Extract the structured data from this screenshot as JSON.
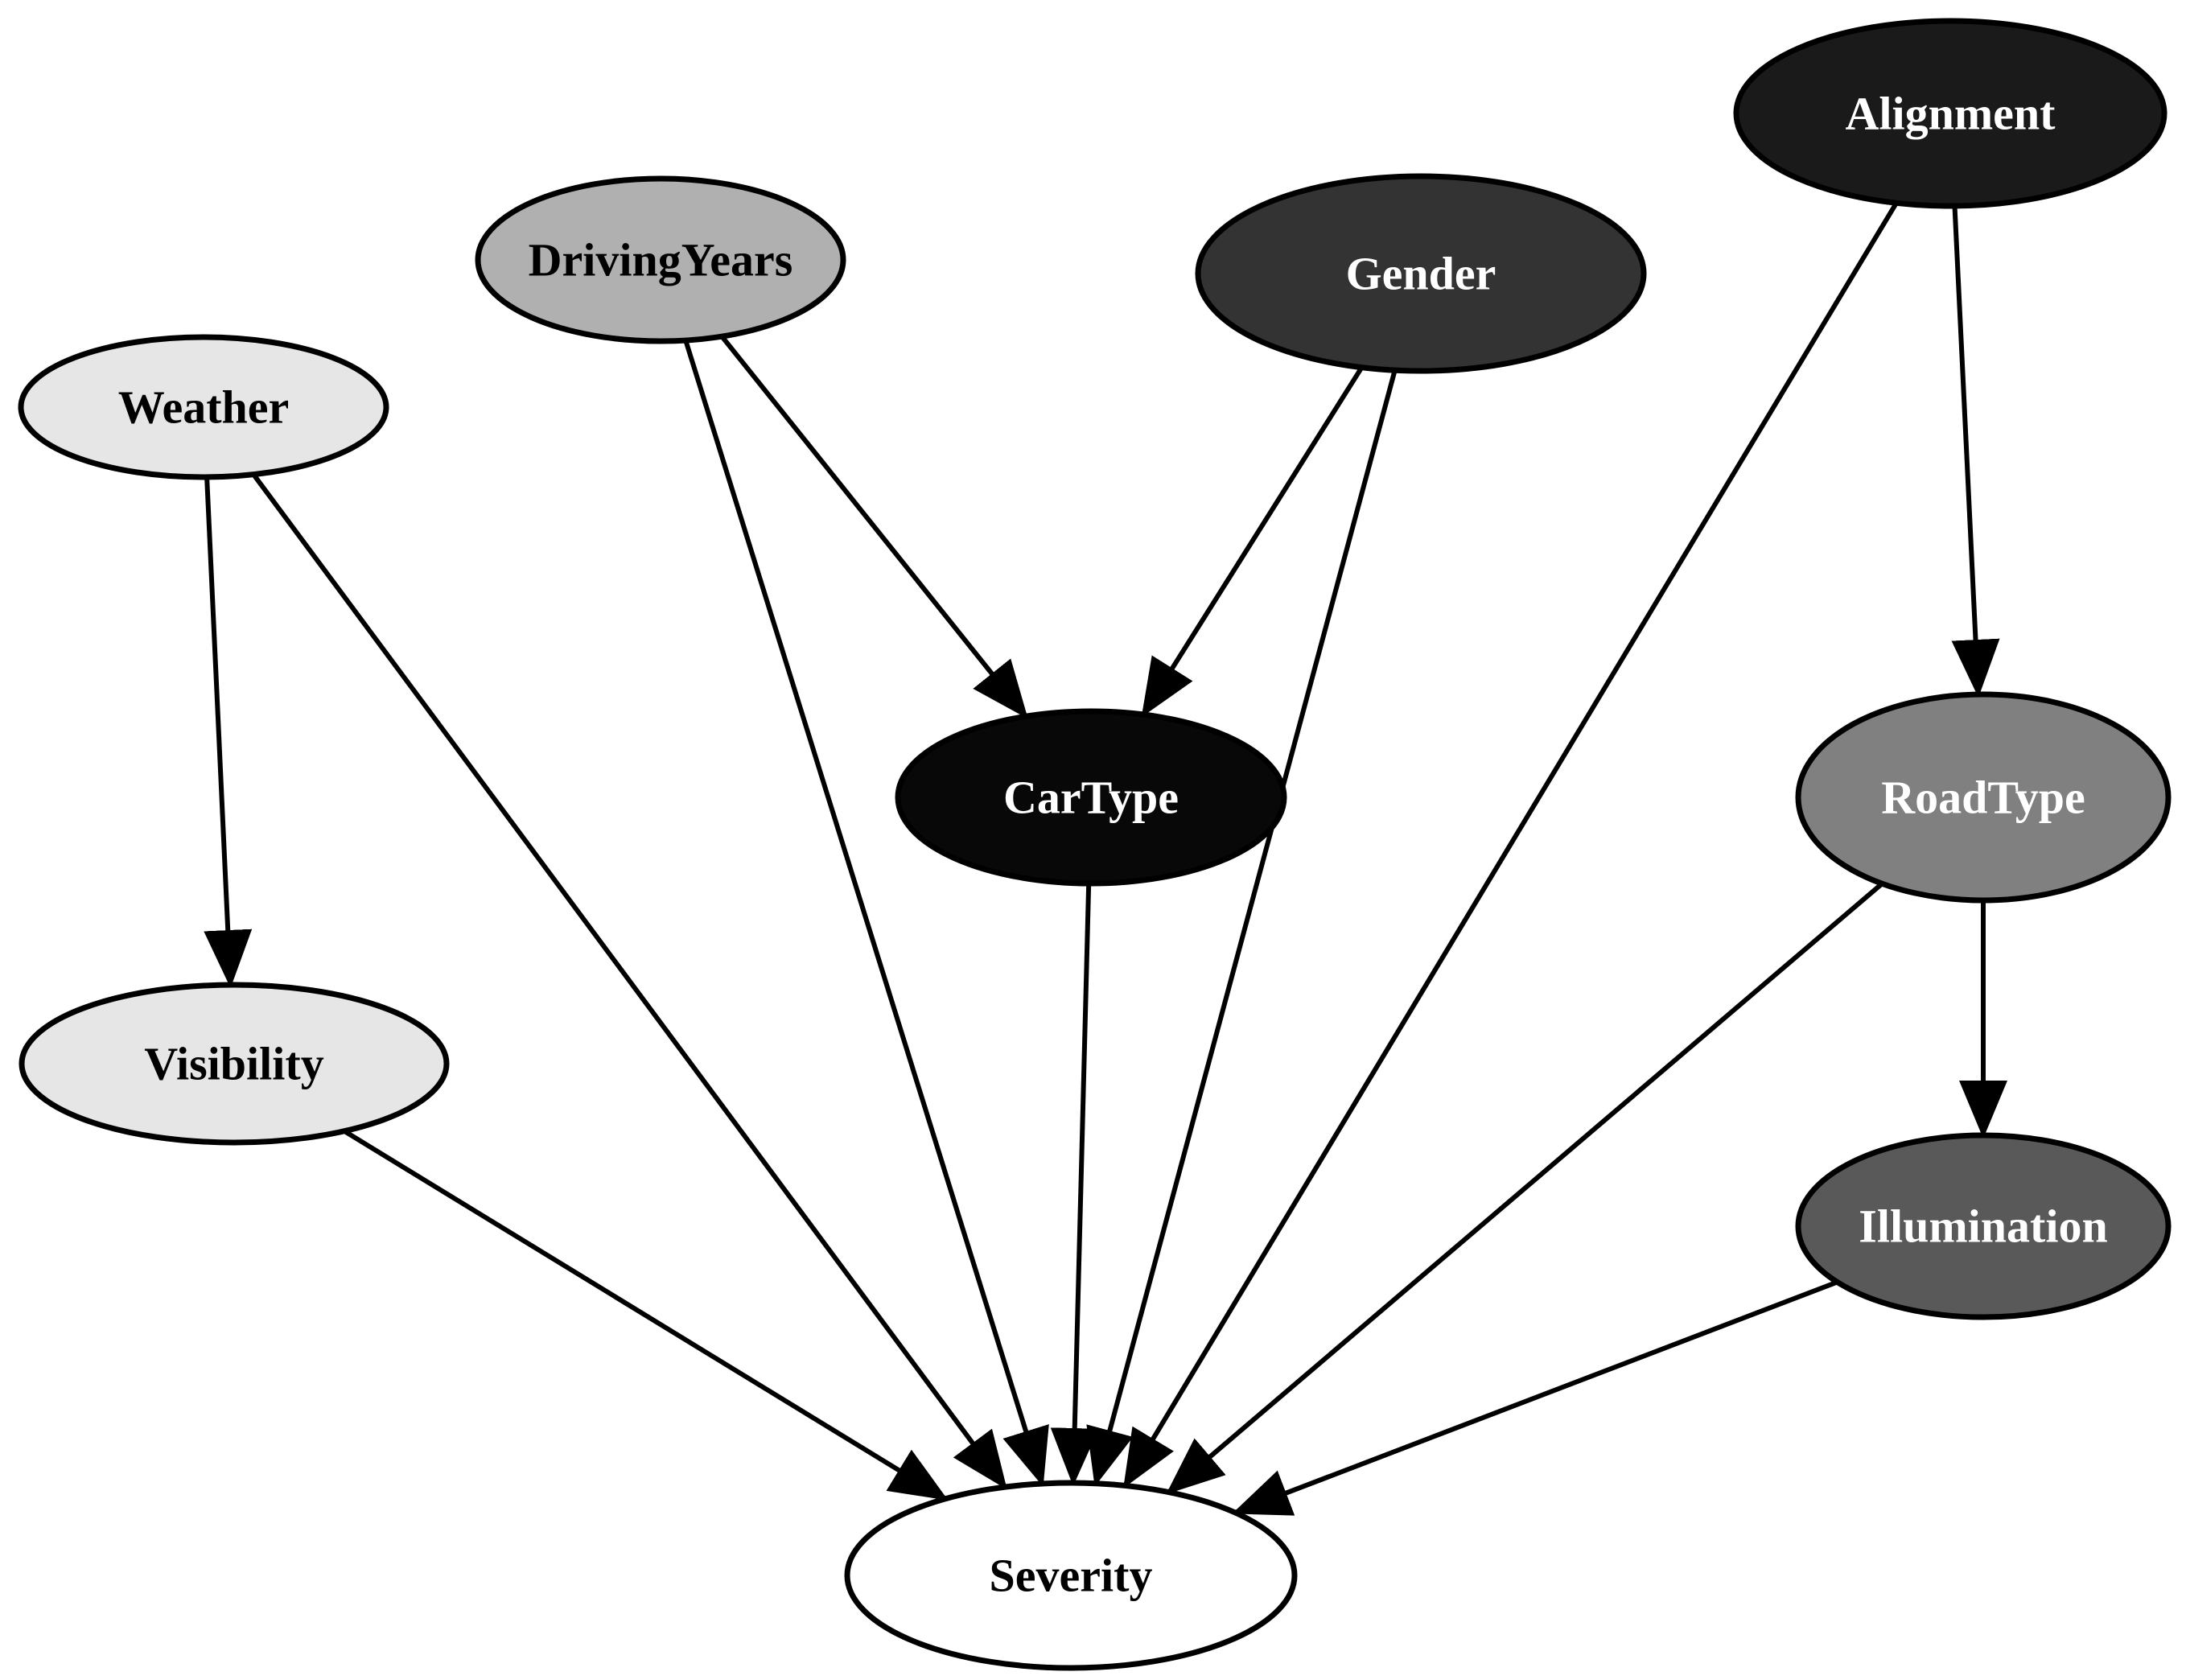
{
  "diagram": {
    "type": "directed-graph",
    "nodes": [
      {
        "id": "alignment",
        "label": "Alignment",
        "fill": "#1a1a1a",
        "text_color": "#ffffff"
      },
      {
        "id": "driving-years",
        "label": "DrivingYears",
        "fill": "#b0b0b0",
        "text_color": "#000000"
      },
      {
        "id": "gender",
        "label": "Gender",
        "fill": "#333333",
        "text_color": "#ffffff"
      },
      {
        "id": "weather",
        "label": "Weather",
        "fill": "#e6e6e6",
        "text_color": "#000000"
      },
      {
        "id": "car-type",
        "label": "CarType",
        "fill": "#080808",
        "text_color": "#ffffff"
      },
      {
        "id": "road-type",
        "label": "RoadType",
        "fill": "#808080",
        "text_color": "#ffffff"
      },
      {
        "id": "visibility",
        "label": "Visibility",
        "fill": "#e6e6e6",
        "text_color": "#000000"
      },
      {
        "id": "illumination",
        "label": "Illumination",
        "fill": "#595959",
        "text_color": "#ffffff"
      },
      {
        "id": "severity",
        "label": "Severity",
        "fill": "#ffffff",
        "text_color": "#000000"
      }
    ],
    "edges": [
      {
        "from": "weather",
        "to": "visibility"
      },
      {
        "from": "weather",
        "to": "severity"
      },
      {
        "from": "driving-years",
        "to": "car-type"
      },
      {
        "from": "driving-years",
        "to": "severity"
      },
      {
        "from": "gender",
        "to": "car-type"
      },
      {
        "from": "gender",
        "to": "severity"
      },
      {
        "from": "alignment",
        "to": "road-type"
      },
      {
        "from": "alignment",
        "to": "severity"
      },
      {
        "from": "car-type",
        "to": "severity"
      },
      {
        "from": "road-type",
        "to": "illumination"
      },
      {
        "from": "road-type",
        "to": "severity"
      },
      {
        "from": "visibility",
        "to": "severity"
      },
      {
        "from": "illumination",
        "to": "severity"
      }
    ],
    "colors": {
      "stroke": "#000000",
      "background": "#ffffff"
    }
  }
}
